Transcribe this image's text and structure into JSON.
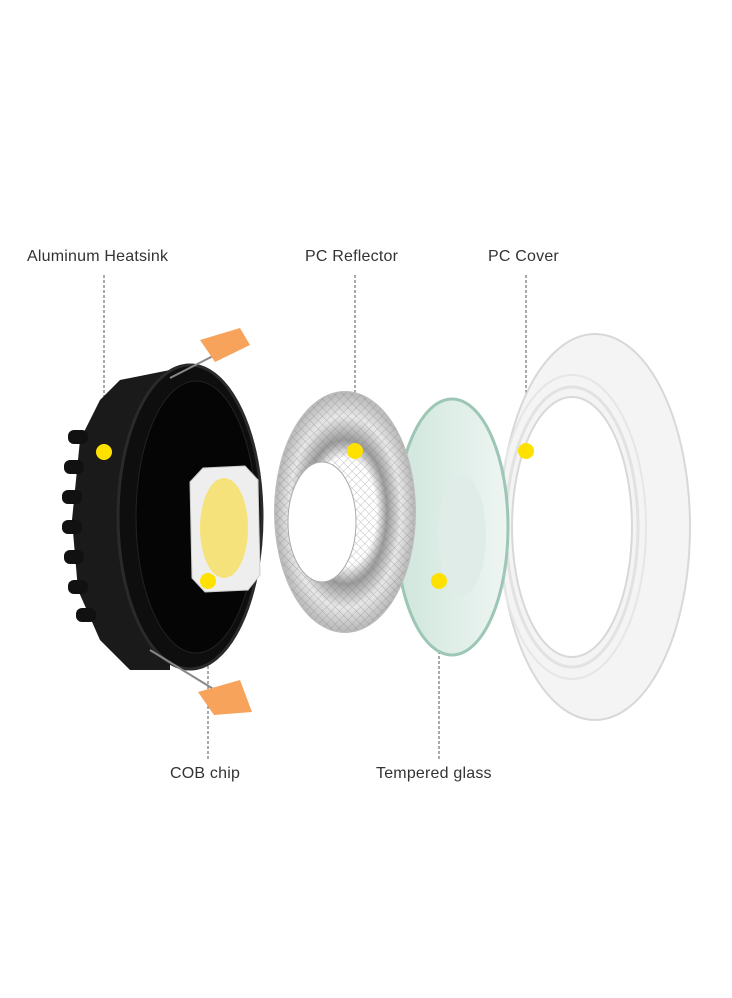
{
  "labels": {
    "heatsink": "Aluminum Heatsink",
    "reflector": "PC Reflector",
    "cover": "PC Cover",
    "cob": "COB chip",
    "glass": "Tempered glass"
  },
  "colors": {
    "marker": "#ffe100",
    "housing": "#111111",
    "clip": "#f7a35c",
    "chip": "#f6e27a"
  }
}
